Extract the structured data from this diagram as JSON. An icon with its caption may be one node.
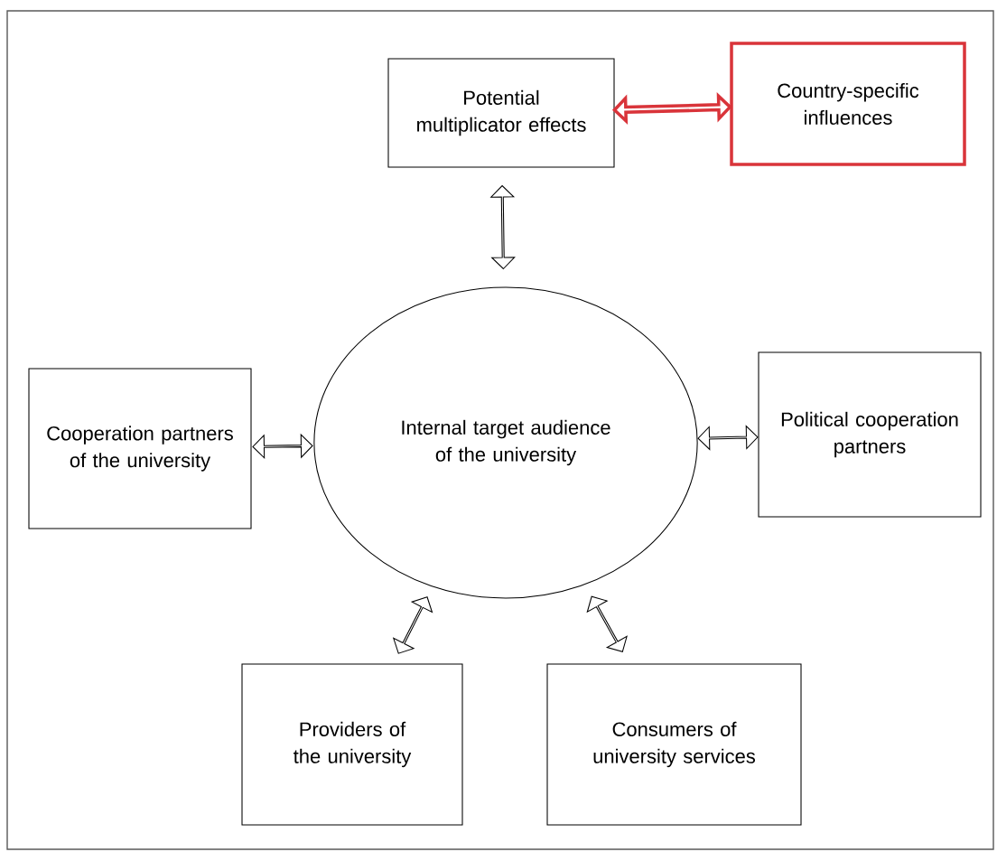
{
  "diagram": {
    "nodes": [
      {
        "text": [
          "Potential multiplicator effects"
        ]
      },
      {
        "text": [
          "Country-specific influences"
        ]
      },
      {
        "text": [
          "Internal target audience of the university"
        ]
      },
      {
        "text": [
          "Cooperation partners of the university"
        ]
      },
      {
        "text": [
          "Political cooperation partners"
        ]
      },
      {
        "text": [
          "Providers of the university"
        ]
      },
      {
        "text": [
          "Consumers of university services"
        ]
      }
    ],
    "edges": [
      {
        "from": 0,
        "to": 1,
        "arrow": "both",
        "style": "thick",
        "color": "#d9343a"
      },
      {
        "from": 0,
        "to": 2,
        "arrow": "both"
      },
      {
        "from": 3,
        "to": 2,
        "arrow": "both"
      },
      {
        "from": 2,
        "to": 4,
        "arrow": "both"
      },
      {
        "from": 2,
        "to": 5,
        "arrow": "both"
      },
      {
        "from": 2,
        "to": 6,
        "arrow": "both"
      }
    ]
  }
}
